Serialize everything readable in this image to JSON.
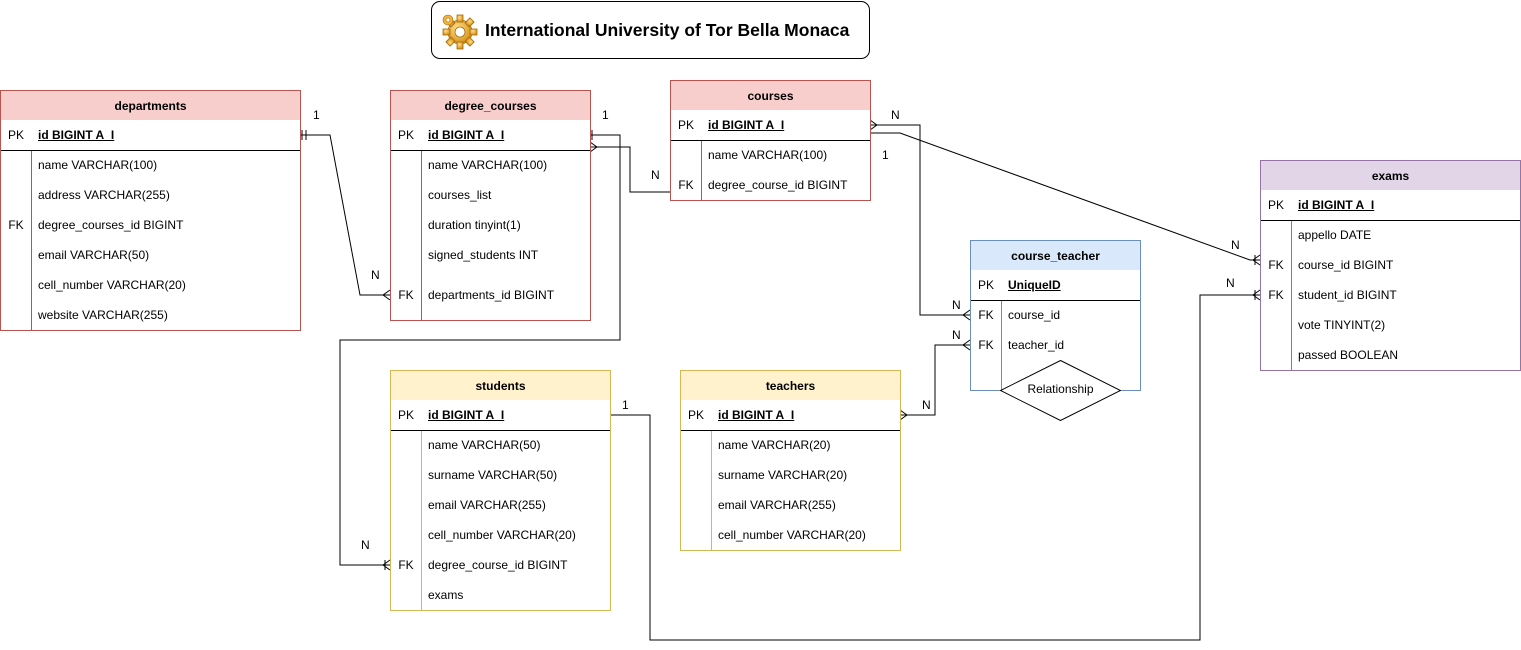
{
  "title": "International University of Tor Bella Monaca",
  "icon": "gear-icon",
  "colors": {
    "red_fill": "#f8cecc",
    "red_stroke": "#b85450",
    "blue_fill": "#dae8fc",
    "blue_stroke": "#6c8ebf",
    "yellow_fill": "#fff2cc",
    "yellow_stroke": "#d6b656",
    "purple_fill": "#e1d5e7",
    "purple_stroke": "#9673a6"
  },
  "tables": {
    "departments": {
      "name": "departments",
      "rows": [
        {
          "key": "PK",
          "field": "id BIGINT A_I"
        },
        {
          "key": "",
          "field": "name VARCHAR(100)"
        },
        {
          "key": "",
          "field": "address VARCHAR(255)"
        },
        {
          "key": "FK",
          "field": "degree_courses_id BIGINT"
        },
        {
          "key": "",
          "field": "email VARCHAR(50)"
        },
        {
          "key": "",
          "field": "cell_number VARCHAR(20)"
        },
        {
          "key": "",
          "field": "website VARCHAR(255)"
        }
      ]
    },
    "degree_courses": {
      "name": "degree_courses",
      "rows": [
        {
          "key": "PK",
          "field": "id BIGINT A_I"
        },
        {
          "key": "",
          "field": "name VARCHAR(100)"
        },
        {
          "key": "",
          "field": "courses_list"
        },
        {
          "key": "",
          "field": "duration tinyint(1)"
        },
        {
          "key": "",
          "field": "signed_students INT"
        },
        {
          "key": "FK",
          "field": "departments_id BIGINT"
        }
      ]
    },
    "courses": {
      "name": "courses",
      "rows": [
        {
          "key": "PK",
          "field": "id BIGINT A_I"
        },
        {
          "key": "",
          "field": "name VARCHAR(100)"
        },
        {
          "key": "FK",
          "field": "degree_course_id BIGINT"
        }
      ]
    },
    "course_teacher": {
      "name": "course_teacher",
      "rows": [
        {
          "key": "PK",
          "field": "UniqueID"
        },
        {
          "key": "FK",
          "field": "course_id"
        },
        {
          "key": "FK",
          "field": "teacher_id"
        }
      ],
      "relationship": "Relationship"
    },
    "exams": {
      "name": "exams",
      "rows": [
        {
          "key": "PK",
          "field": "id BIGINT A_I"
        },
        {
          "key": "",
          "field": "appello DATE"
        },
        {
          "key": "FK",
          "field": "course_id BIGINT"
        },
        {
          "key": "FK",
          "field": "student_id BIGINT"
        },
        {
          "key": "",
          "field": "vote TINYINT(2)"
        },
        {
          "key": "",
          "field": "passed BOOLEAN"
        }
      ]
    },
    "students": {
      "name": "students",
      "rows": [
        {
          "key": "PK",
          "field": "id BIGINT A_I"
        },
        {
          "key": "",
          "field": "name VARCHAR(50)"
        },
        {
          "key": "",
          "field": "surname VARCHAR(50)"
        },
        {
          "key": "",
          "field": "email VARCHAR(255)"
        },
        {
          "key": "",
          "field": "cell_number VARCHAR(20)"
        },
        {
          "key": "FK",
          "field": "degree_course_id BIGINT"
        },
        {
          "key": "",
          "field": "exams"
        }
      ]
    },
    "teachers": {
      "name": "teachers",
      "rows": [
        {
          "key": "PK",
          "field": "id BIGINT A_I"
        },
        {
          "key": "",
          "field": "name VARCHAR(20)"
        },
        {
          "key": "",
          "field": "surname VARCHAR(20)"
        },
        {
          "key": "",
          "field": "email VARCHAR(255)"
        },
        {
          "key": "",
          "field": "cell_number VARCHAR(20)"
        }
      ]
    }
  },
  "cardinality": {
    "one": "1",
    "many": "N"
  }
}
